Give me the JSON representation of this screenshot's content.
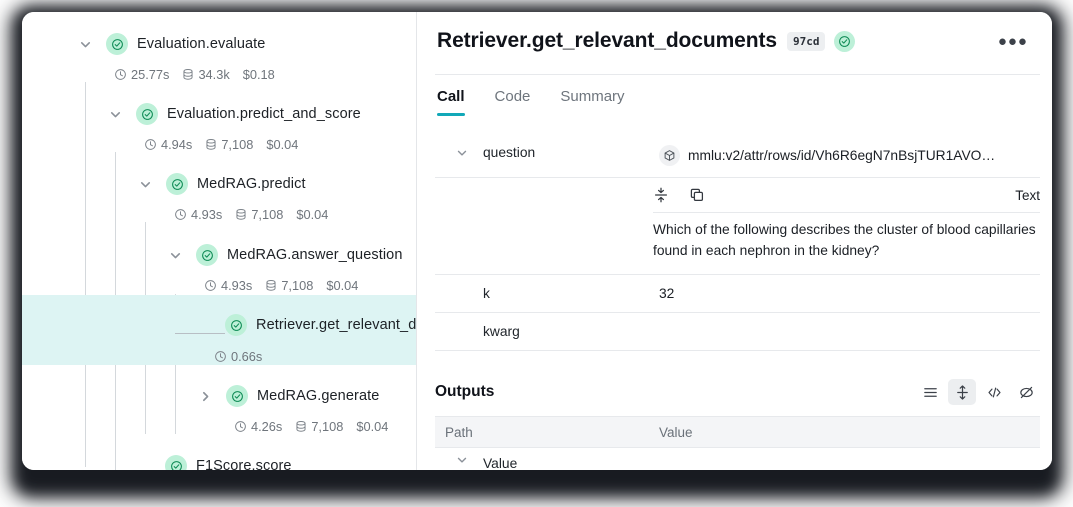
{
  "tree": {
    "nodes": [
      {
        "label": "Evaluation.evaluate",
        "expander": "chevron-down",
        "status": "success",
        "metrics": {
          "duration": "25.77s",
          "tokens": "34.3k",
          "cost": "$0.18"
        }
      },
      {
        "label": "Evaluation.predict_and_score",
        "expander": "chevron-down",
        "status": "success",
        "metrics": {
          "duration": "4.94s",
          "tokens": "7,108",
          "cost": "$0.04"
        }
      },
      {
        "label": "MedRAG.predict",
        "expander": "chevron-down",
        "status": "success",
        "metrics": {
          "duration": "4.93s",
          "tokens": "7,108",
          "cost": "$0.04"
        }
      },
      {
        "label": "MedRAG.answer_question",
        "expander": "chevron-down",
        "status": "success",
        "metrics": {
          "duration": "4.93s",
          "tokens": "7,108",
          "cost": "$0.04"
        }
      },
      {
        "label": "Retriever.get_relevant_d",
        "expander": "none",
        "status": "success",
        "selected": true,
        "metrics": {
          "duration": "0.66s",
          "tokens": "",
          "cost": ""
        }
      },
      {
        "label": "MedRAG.generate",
        "expander": "chevron-right",
        "status": "success",
        "metrics": {
          "duration": "4.26s",
          "tokens": "7,108",
          "cost": "$0.04"
        }
      },
      {
        "label": "F1Score.score",
        "expander": "none",
        "status": "success",
        "metrics": {
          "duration": "",
          "tokens": "",
          "cost": ""
        }
      }
    ]
  },
  "detail": {
    "title": "Retriever.get_relevant_documents",
    "hash_badge": "97cd",
    "status": "success",
    "more_menu": "●●●",
    "tabs": [
      {
        "label": "Call",
        "active": true
      },
      {
        "label": "Code",
        "active": false
      },
      {
        "label": "Summary",
        "active": false
      }
    ],
    "inputs": {
      "rows": [
        {
          "key": "question",
          "value": "mmlu:v2/attr/rows/id/Vh6R6egN7nBsjTUR1AVO…",
          "has_ref_icon": true,
          "expanded": true
        },
        {
          "key": "k",
          "value": "32",
          "has_ref_icon": false,
          "expanded": false
        },
        {
          "key": "kwarg",
          "value": "",
          "has_ref_icon": false,
          "expanded": false
        }
      ],
      "text_panel": {
        "format_label": "Text",
        "body": "Which of the following describes the cluster of blood capillaries found in each nephron in the kidney?"
      }
    },
    "outputs": {
      "title": "Outputs",
      "view_icons": [
        {
          "name": "list-view-icon",
          "selected": false
        },
        {
          "name": "expand-vertical-icon",
          "selected": true
        },
        {
          "name": "code-view-icon",
          "selected": false
        },
        {
          "name": "hide-icon",
          "selected": false
        }
      ],
      "columns": [
        "Path",
        "Value"
      ],
      "rows": [
        {
          "path": "Value",
          "value": ""
        }
      ]
    }
  },
  "colors": {
    "accent_teal": "#11a8b8",
    "status_green_bg": "#bdf0d8",
    "status_green_stroke": "#0d8a54",
    "selected_row_bg": "#ddf4f3"
  }
}
